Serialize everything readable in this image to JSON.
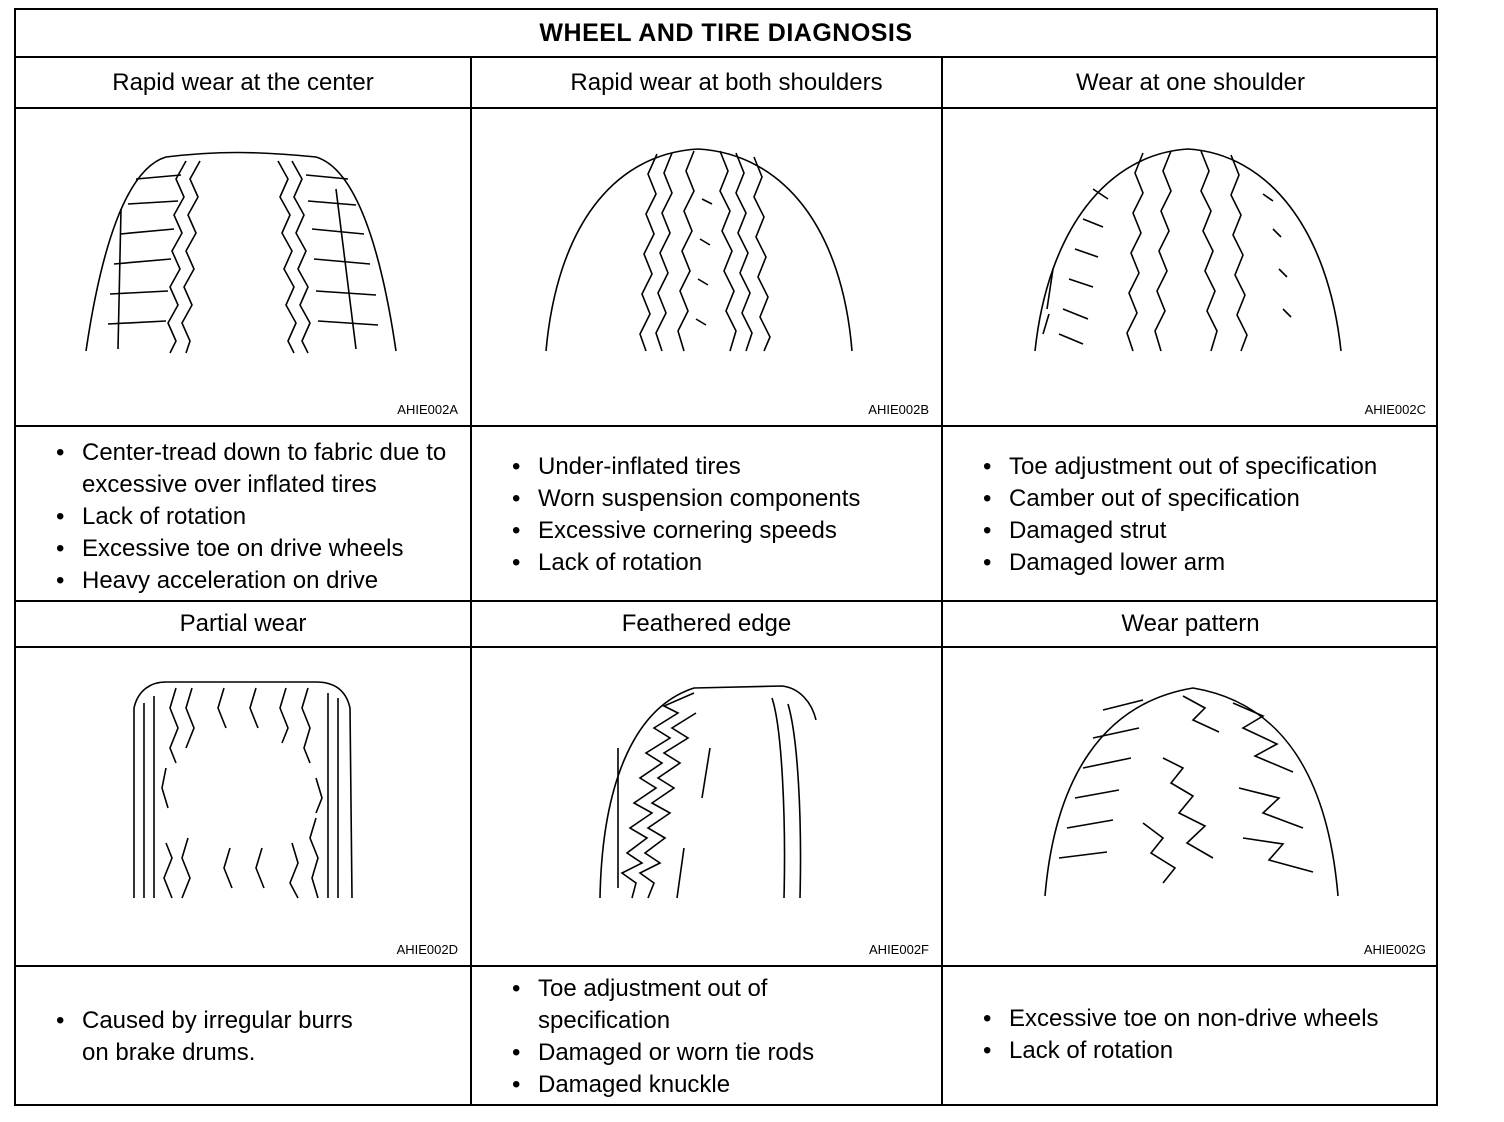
{
  "title": "WHEEL AND TIRE DIAGNOSIS",
  "panels": [
    {
      "heading": "Rapid wear at the center",
      "figure_code": "AHIE002A",
      "figure_icon": "tire-center-wear-illustration",
      "causes": [
        "Center-tread down to fabric due to excessive over inflated tires",
        "Lack of rotation",
        "Excessive toe on drive wheels",
        "Heavy acceleration on drive"
      ]
    },
    {
      "heading": "Rapid wear at both shoulders",
      "figure_code": "AHIE002B",
      "figure_icon": "tire-shoulder-wear-illustration",
      "causes": [
        "Under-inflated tires",
        "Worn suspension components",
        "Excessive cornering speeds",
        "Lack of rotation"
      ]
    },
    {
      "heading": "Wear at one shoulder",
      "figure_code": "AHIE002C",
      "figure_icon": "tire-one-shoulder-wear-illustration",
      "causes": [
        "Toe adjustment out of specification",
        "Camber out of specification",
        "Damaged strut",
        "Damaged lower arm"
      ]
    },
    {
      "heading": "Partial wear",
      "figure_code": "AHIE002D",
      "figure_icon": "tire-partial-wear-illustration",
      "causes": [
        "Caused by irregular burrs on brake drums."
      ]
    },
    {
      "heading": "Feathered edge",
      "figure_code": "AHIE002F",
      "figure_icon": "tire-feathered-edge-illustration",
      "causes": [
        "Toe adjustment out of specification",
        "Damaged or worn tie rods",
        "Damaged knuckle"
      ]
    },
    {
      "heading": "Wear pattern",
      "figure_code": "AHIE002G",
      "figure_icon": "tire-wear-pattern-illustration",
      "causes": [
        "Excessive toe on non-drive wheels",
        "Lack of rotation"
      ]
    }
  ]
}
